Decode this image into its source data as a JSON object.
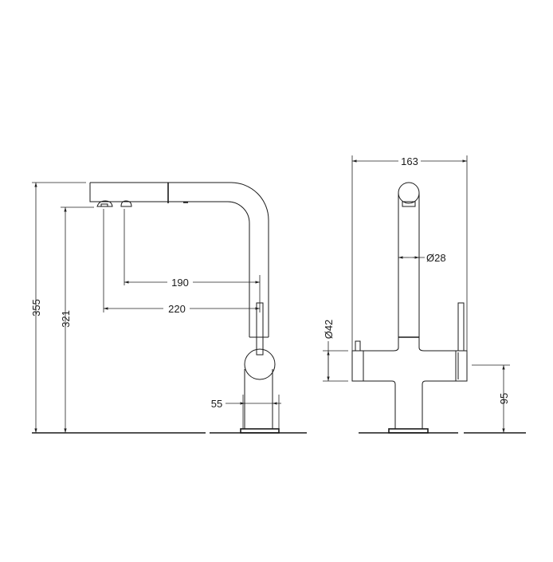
{
  "drawing": {
    "side_view": {
      "dimensions": {
        "total_height": "355",
        "spout_height": "321",
        "reach_190": "190",
        "reach_220": "220",
        "base_width": "55"
      }
    },
    "front_view": {
      "dimensions": {
        "total_width": "163",
        "spout_diameter": "Ø28",
        "body_diameter": "Ø42",
        "handle_height": "95"
      }
    },
    "colors": {
      "line": "#1a1a1a",
      "background": "#ffffff"
    }
  }
}
